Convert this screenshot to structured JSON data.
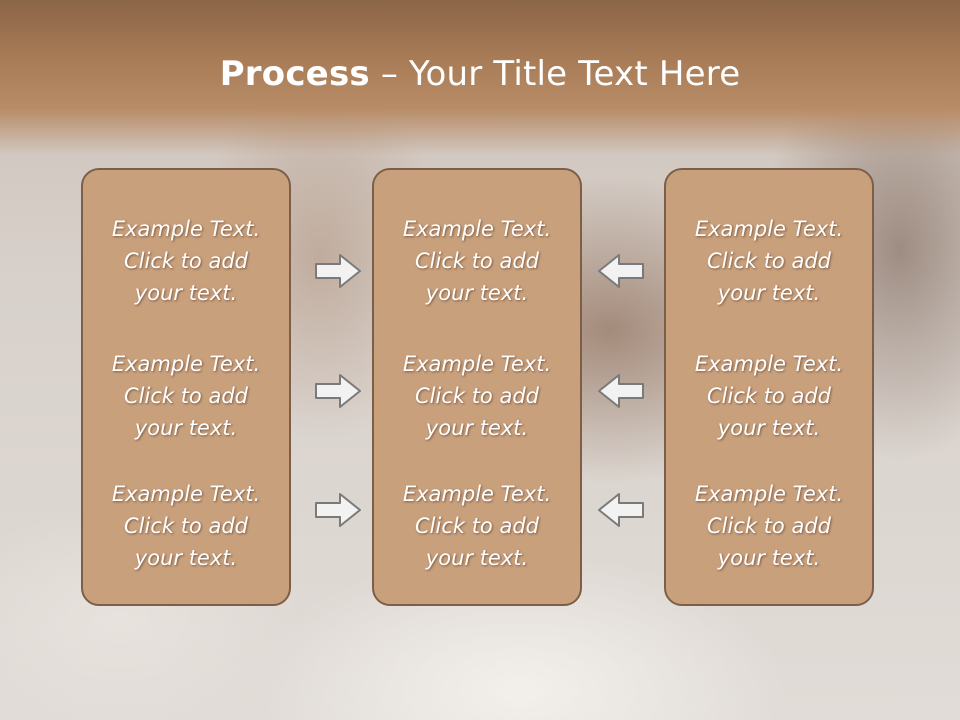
{
  "slide": {
    "title_bold": "Process",
    "title_rest": " – Your Title Text Here"
  },
  "columns": [
    {
      "items": [
        "Example Text.\nClick  to add\nyour text.",
        "Example Text.\nClick  to add\nyour text.",
        "Example Text.\nClick  to add\nyour text."
      ]
    },
    {
      "items": [
        "Example Text.\nClick  to add\nyour text.",
        "Example Text.\nClick  to add\nyour text.",
        "Example Text.\nClick  to add\nyour text."
      ]
    },
    {
      "items": [
        "Example Text.\nClick  to add\nyour text.",
        "Example Text.\nClick  to add\nyour text.",
        "Example Text.\nClick  to add\nyour text."
      ]
    }
  ],
  "colors": {
    "header": "#a67a55",
    "panel_fill": "#c9a07c",
    "panel_border": "#7d5f49",
    "arrow_fill": "#f2f2f2",
    "arrow_stroke": "#7a7a7a"
  },
  "icons": {
    "left_arrows": "arrow-right-icon",
    "right_arrows": "arrow-left-icon"
  }
}
